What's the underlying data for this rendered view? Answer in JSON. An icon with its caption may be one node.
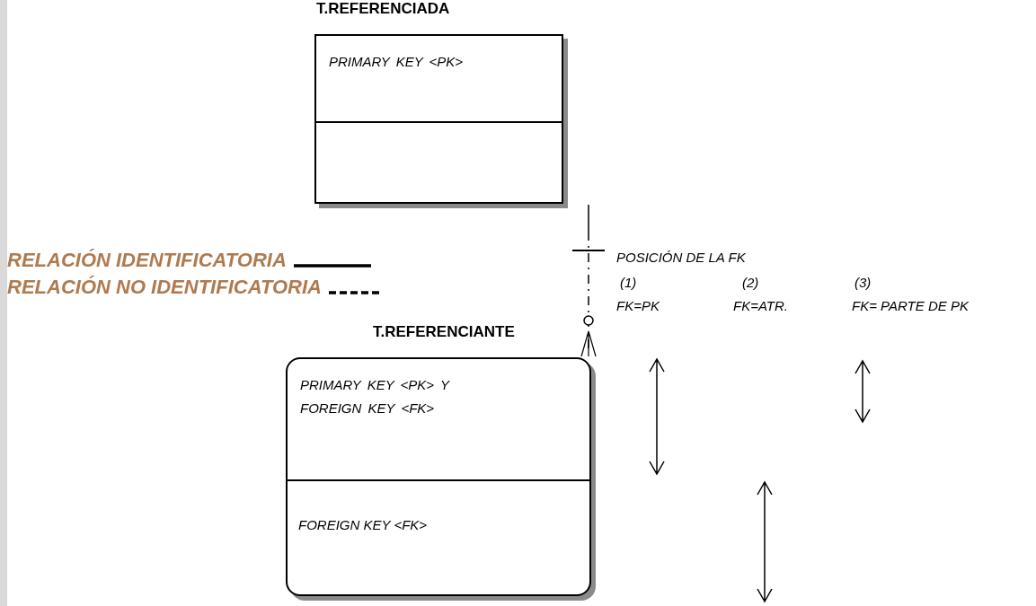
{
  "diagram": {
    "nodes": [
      {
        "text": [
          "T.REFERENCIADA",
          "PRIMARY KEY <PK>"
        ]
      },
      {
        "text": [
          "T.REFERENCIANTE",
          "PRIMARY KEY <PK> Y FOREIGN KEY <FK>",
          "FOREIGN KEY <FK>"
        ]
      }
    ],
    "edges": [
      {
        "from": 0,
        "to": 1,
        "arrow": "other",
        "style": "dashed"
      }
    ],
    "labels": [
      "POSICIÓN DE LA FK",
      "(1)",
      "(2)",
      "(3)",
      "FK=PK",
      "FK=ATR.",
      "FK= PARTE DE PK"
    ],
    "legend": [
      {
        "text": "RELACIÓN IDENTIFICATORIA"
      },
      {
        "text": "RELACIÓN NO IDENTIFICATORIA"
      }
    ]
  }
}
